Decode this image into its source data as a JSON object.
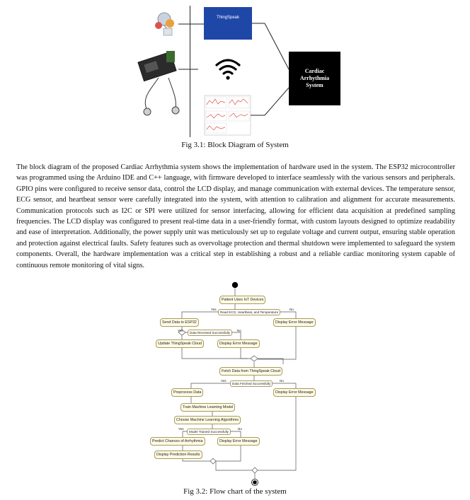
{
  "figure1": {
    "thingspeak_label": "ThingSpeak",
    "output_box": {
      "line1": "Cardiac",
      "line2": "Arrhythmia",
      "line3": "System"
    },
    "caption": "Fig 3.1: Block Diagram of System"
  },
  "body_paragraph": "The block diagram of the proposed Cardiac Arrhythmia system shows the implementation of hardware used in the system. The ESP32 microcontroller was programmed using the Arduino IDE and C++ language, with firmware developed to interface seamlessly with the various sensors and peripherals. GPIO pins were configured to receive sensor data, control the LCD display, and manage communication with external devices. The temperature sensor, ECG sensor, and heartbeat sensor were carefully integrated into the system, with attention to calibration and alignment for accurate measurements. Communication protocols such as I2C or SPI were utilized for sensor interfacing, allowing for efficient data acquisition at predefined sampling frequencies. The LCD display was configured to present real-time data in a user-friendly format, with custom layouts designed to optimize readability and ease of interpretation. Additionally, the power supply unit was meticulously set up to regulate voltage and current output, ensuring stable operation and protection against electrical faults. Safety features such as overvoltage protection and thermal shutdown were implemented to safeguard the system components. Overall, the hardware implementation was a critical step in establishing a robust and a reliable cardiac monitoring system capable of continuous remote monitoring of vital signs.",
  "flowchart": {
    "nodes": {
      "patient": "Patient Uses IoT Devices",
      "send": "Send Data to ESP32",
      "error1": "Display Error Message",
      "update": "Update ThingSpeak Cloud",
      "error2": "Display Error Message",
      "fetch": "Fetch Data from ThingSpeak Cloud",
      "preprocess": "Preprocess Data",
      "error3": "Display Error Message",
      "train": "Train Machine Learning Model",
      "choose": "Choose Machine Learning Algorithms",
      "predict": "Predict Chances of Arrhythmia",
      "error4": "Display Error Message",
      "display": "Display Prediction Results"
    },
    "conditions": {
      "read": "Read ECG, Heartbeat, and Temperature",
      "received": "Data Received Successfully",
      "fetched": "Data Fetched Successfully",
      "trained": "Model Trained Successfully"
    },
    "yes": "Yes",
    "no": "No",
    "caption": "Fig 3.2: Flow chart of the system"
  },
  "colors": {
    "thingspeak_blue": "#1f47a8",
    "node_fill": "#fffbe6",
    "node_border": "#a89a5a"
  }
}
